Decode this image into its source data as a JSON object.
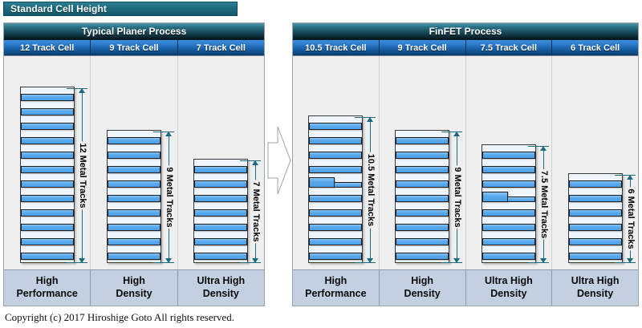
{
  "title": "Standard Cell Height",
  "copyright": "Copyright (c) 2017 Hiroshige Goto All rights reserved.",
  "colors": {
    "banner": "#1d6a7c",
    "process_header": "#113a47",
    "track_header": "#12528f",
    "track_bar": "#5aa9ec",
    "track_gap": "#eef5fc",
    "dimension_line": "#1b6b80",
    "footer": "#c3d0e2",
    "panel_bg": "#efefef"
  },
  "panels": [
    {
      "id": "planar",
      "process": "Typical Planer Process",
      "cells": [
        {
          "header": "12 Track Cell",
          "dimension": "12 Metal Tracks",
          "tracks": 12,
          "half_track_index": null,
          "footer": [
            "High",
            "Performance"
          ]
        },
        {
          "header": "9 Track Cell",
          "dimension": "9 Metal Tracks",
          "tracks": 9,
          "half_track_index": null,
          "footer": [
            "High",
            "Density"
          ]
        },
        {
          "header": "7 Track Cell",
          "dimension": "7 Metal Tracks",
          "tracks": 7,
          "half_track_index": null,
          "footer": [
            "Ultra High",
            "Density"
          ]
        }
      ]
    },
    {
      "id": "finfet",
      "process": "FinFET Process",
      "cells": [
        {
          "header": "10.5 Track Cell",
          "dimension": "10.5 Metal Tracks",
          "tracks": 10,
          "half_track_index": 4,
          "footer": [
            "High",
            "Performance"
          ]
        },
        {
          "header": "9 Track Cell",
          "dimension": "9 Metal Tracks",
          "tracks": 9,
          "half_track_index": null,
          "footer": [
            "High",
            "Density"
          ]
        },
        {
          "header": "7.5 Track Cell",
          "dimension": "7.5 Metal Tracks",
          "tracks": 8,
          "half_track_index": 3,
          "footer": [
            "Ultra High",
            "Density"
          ]
        },
        {
          "header": "6 Track Cell",
          "dimension": "6 Metal Tracks",
          "tracks": 6,
          "half_track_index": null,
          "footer": [
            "Ultra High",
            "Density"
          ]
        }
      ]
    }
  ],
  "arrow": {
    "name": "transition-arrow",
    "direction": "right"
  }
}
